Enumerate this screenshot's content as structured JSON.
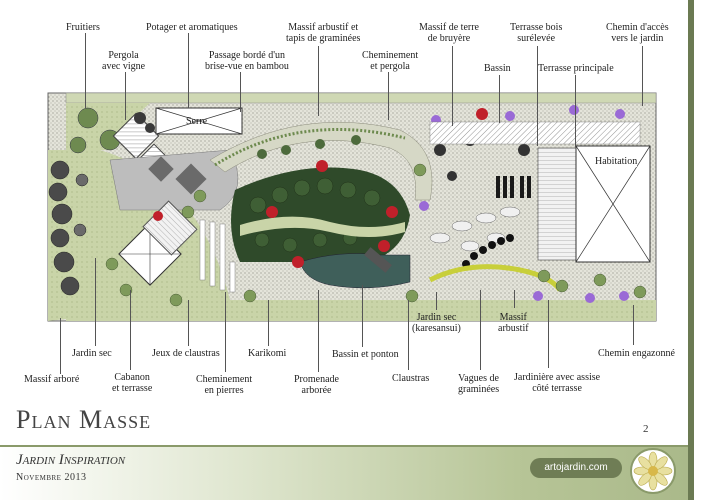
{
  "labels": {
    "fruitiers": "Fruitiers",
    "pergola_vigne_1": "Pergola",
    "pergola_vigne_2": "avec vigne",
    "potager": "Potager et aromatiques",
    "passage_1": "Passage bordé d'un",
    "passage_2": "brise-vue en bambou",
    "massif_arbustif_1": "Massif arbustif et",
    "massif_arbustif_2": "tapis de graminées",
    "cheminement_pergola_1": "Cheminement",
    "cheminement_pergola_2": "et pergola",
    "bruyere_1": "Massif de terre",
    "bruyere_2": "de bruyère",
    "bassin": "Bassin",
    "terrasse_bois_1": "Terrasse bois",
    "terrasse_bois_2": "surélevée",
    "chemin_acces_1": "Chemin d'accès",
    "chemin_acces_2": "vers le jardin",
    "terrasse_principale": "Terrasse principale",
    "serre": "Serre",
    "habitation": "Habitation",
    "massif_arbore": "Massif arboré",
    "jardin_sec": "Jardin sec",
    "cabanon_1": "Cabanon",
    "cabanon_2": "et terrasse",
    "jeux_claustras": "Jeux de claustras",
    "cheminement_pierres_1": "Cheminement",
    "cheminement_pierres_2": "en pierres",
    "karikomi": "Karikomi",
    "promenade_1": "Promenade",
    "promenade_2": "arborée",
    "bassin_ponton": "Bassin et ponton",
    "claustras": "Claustras",
    "karesansui_1": "Jardin sec",
    "karesansui_2": "(karesansui)",
    "vagues_1": "Vagues de",
    "vagues_2": "graminées",
    "massif_arbustif_bas_1": "Massif",
    "massif_arbustif_bas_2": "arbustif",
    "jardiniere_1": "Jardinière avec assise",
    "jardiniere_2": "côté terrasse",
    "chemin_engazonne": "Chemin engazonné"
  },
  "title": "Plan Masse",
  "page_number": "2",
  "brand": "Jardin Inspiration",
  "date": "Novembre 2013",
  "website": "artojardin.com",
  "colors": {
    "footer_band": "#b7c597",
    "accent": "#6b7a52",
    "lawn": "#c7d3a6",
    "gravel": "#dcdcd0",
    "dark_foliage": "#2f4a2a",
    "water": "#3f5f5a",
    "red_flowers": "#c0202a",
    "purple_flowers": "#9a6ad6"
  }
}
